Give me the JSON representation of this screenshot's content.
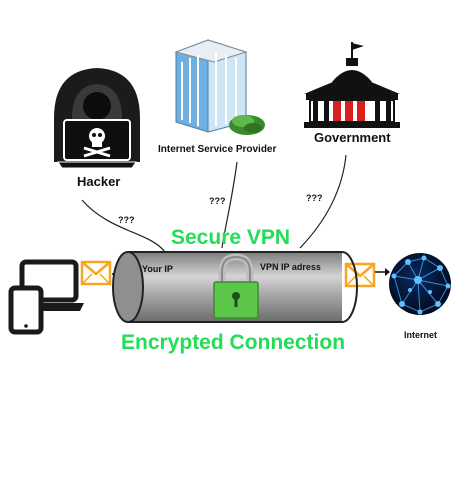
{
  "colors": {
    "accent_green": "#22dd55",
    "tunnel_gray": "#9a9a9a",
    "lock_green": "#5cc64a",
    "envelope_orange": "#f5a623",
    "government_red": "#d81f1f"
  },
  "labels": {
    "hacker": "Hacker",
    "isp": "Internet Service Provider",
    "government": "Government",
    "internet": "Internet",
    "your_ip": "Your IP",
    "vpn_ip": "VPN IP adress",
    "secure_vpn": "Secure VPN",
    "encrypted": "Encrypted Connection",
    "unknown_hacker": "???",
    "unknown_isp": "???",
    "unknown_gov": "???"
  },
  "icons": [
    "hacker-icon",
    "skull-icon",
    "isp-building-icon",
    "money-icon",
    "government-building-icon",
    "flag-icon",
    "laptop-icon",
    "tablet-icon",
    "envelope-icon",
    "padlock-icon",
    "globe-network-icon"
  ]
}
